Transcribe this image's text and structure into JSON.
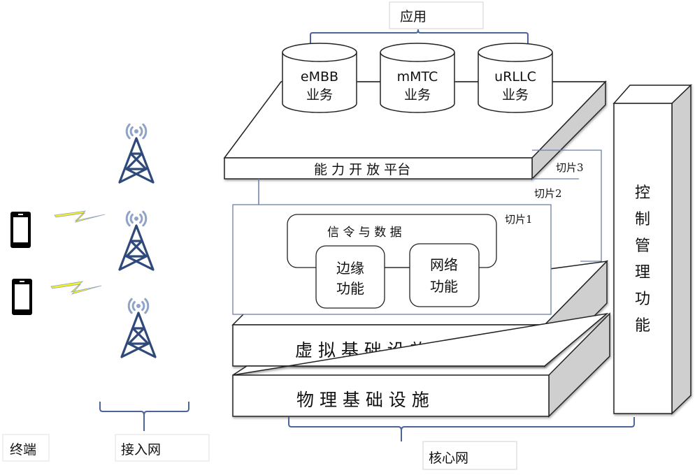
{
  "application": {
    "label": "应用",
    "services": [
      {
        "line1": "eMBB",
        "line2": "业务"
      },
      {
        "line1": "mMTC",
        "line2": "业务"
      },
      {
        "line1": "uRLLC",
        "line2": "业务"
      }
    ]
  },
  "platform": {
    "label": "能 力 开 放 平台"
  },
  "slices": [
    {
      "label": "切片3"
    },
    {
      "label": "切片2"
    },
    {
      "label": "切片1"
    }
  ],
  "slice_content": {
    "signaling_label": "信 令 与 数 据",
    "edge_function": {
      "line1": "边缘",
      "line2": "功能"
    },
    "network_function": {
      "line1": "网络",
      "line2": "功能"
    }
  },
  "layers": {
    "virtual": "虚 拟 基 础 设 施",
    "physical": "物 理 基 础 设 施"
  },
  "control": {
    "chars": [
      "控",
      "制",
      "管",
      "理",
      "功",
      "能"
    ]
  },
  "groups": {
    "terminal": "终端",
    "access": "接入网",
    "core": "核心网"
  },
  "colors": {
    "slice_border": "#6a7fa8",
    "brace": "#4a6596",
    "tower": "#2f4a7a",
    "signal": "#8fa3c7",
    "bolt": "#f5ee22",
    "side_gray": "#cfcfcf"
  }
}
